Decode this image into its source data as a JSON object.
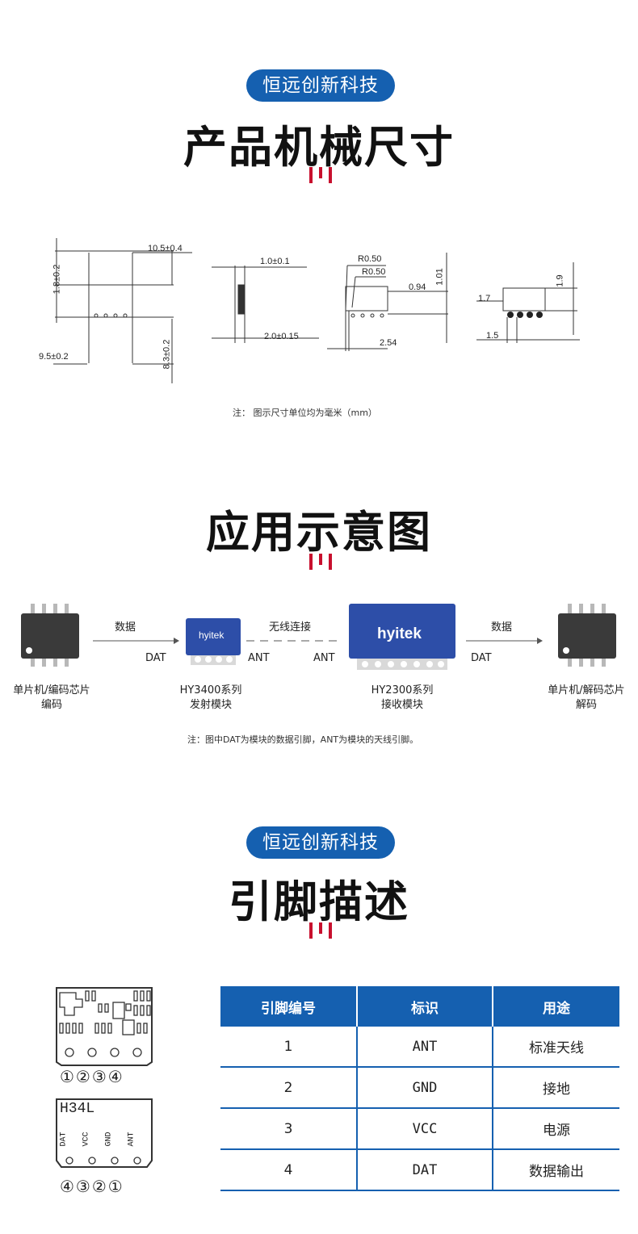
{
  "section1": {
    "badge": "恒远创新科技",
    "title": "产品机械尺寸"
  },
  "dimensions": {
    "d1": "10.5±0.4",
    "d2": "1.8±0.2",
    "d3": "9.5±0.2",
    "d4": "8.3±0.2",
    "d5": "1.0±0.1",
    "d6": "2.0±0.15",
    "d7": "R0.50",
    "d8": "R0.50",
    "d9": "0.94",
    "d10": "1.01",
    "d11": "2.54",
    "d12": "1.7",
    "d13": "1.9",
    "d14": "1.5",
    "note": "注：  图示尺寸单位均为毫米（mm）"
  },
  "section2": {
    "title": "应用示意图",
    "module1_brand": "hyitek",
    "module2_brand": "hyitek",
    "lbl_data1": "数据",
    "lbl_dat1": "DAT",
    "lbl_wireless": "无线连接",
    "lbl_ant1": "ANT",
    "lbl_ant2": "ANT",
    "lbl_data2": "数据",
    "lbl_dat2": "DAT",
    "cap1_l1": "单片机/编码芯片",
    "cap1_l2": "编码",
    "cap2_l1": "HY3400系列",
    "cap2_l2": "发射模块",
    "cap3_l1": "HY2300系列",
    "cap3_l2": "接收模块",
    "cap4_l1": "单片机/解码芯片",
    "cap4_l2": "解码",
    "note": "注：图中DAT为模块的数据引脚，ANT为模块的天线引脚。"
  },
  "section3": {
    "badge": "恒远创新科技",
    "title": "引脚描述",
    "top_pin_numbers": "①②③④",
    "bottom_pin_numbers": "④③②①",
    "chip_label": "H34L",
    "chip_pins": [
      "DAT",
      "VCC",
      "GND",
      "ANT"
    ],
    "table": {
      "headers": [
        "引脚编号",
        "标识",
        "用途"
      ],
      "rows": [
        {
          "num": "1",
          "id": "ANT",
          "use": "标准天线"
        },
        {
          "num": "2",
          "id": "GND",
          "use": "接地"
        },
        {
          "num": "3",
          "id": "VCC",
          "use": "电源"
        },
        {
          "num": "4",
          "id": "DAT",
          "use": "数据输出"
        }
      ]
    }
  }
}
